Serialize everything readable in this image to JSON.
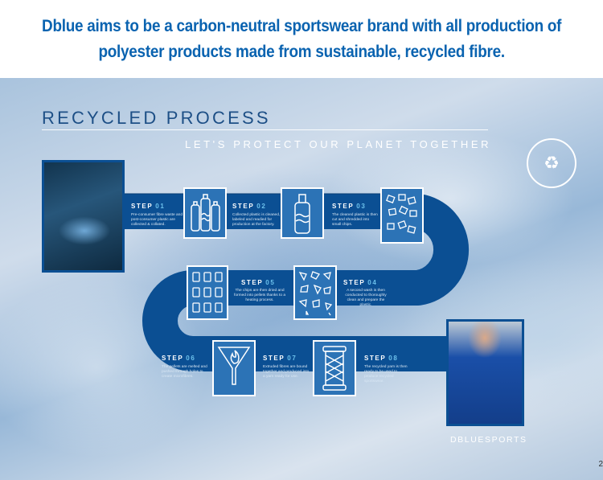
{
  "headline": {
    "line1": "Dblue aims to be a carbon-neutral sportswear brand with all production of",
    "line2": "polyester products made from sustainable, recycled fibre."
  },
  "infographic": {
    "title": "RECYCLED PROCESS",
    "subtitle": "LET'S PROTECT OUR PLANET TOGETHER",
    "badge_icon": "recycle-icon",
    "brand_label": "DBLUESPORTS",
    "colors": {
      "path": "#0b4f93",
      "icon_box": "#2c73b6",
      "accent": "#6cc1ec"
    }
  },
  "steps": [
    {
      "word": "STEP",
      "num": "01",
      "icon": "bottles-icon",
      "text": "Pre-consumer fibre waste and post-consumer plastic are collected & collated."
    },
    {
      "word": "STEP",
      "num": "02",
      "icon": "bottle-icon",
      "text": "Collected plastic is cleaned, labeled and readied for production at the factory."
    },
    {
      "word": "STEP",
      "num": "03",
      "icon": "flakes-icon",
      "text": "The cleaned plastic is then cut and shredded into small chips."
    },
    {
      "word": "STEP",
      "num": "04",
      "icon": "shards-icon",
      "text": "A second wash is then conducted to thoroughly clean and prepare the plastic."
    },
    {
      "word": "STEP",
      "num": "05",
      "icon": "pellets-icon",
      "text": "The chips are then dried and formed into pellets thanks to a heating process."
    },
    {
      "word": "STEP",
      "num": "06",
      "icon": "funnel-fire-icon",
      "text": "The pellets are melted and pushed through holes to create microfibres."
    },
    {
      "word": "STEP",
      "num": "07",
      "icon": "spool-icon",
      "text": "Extruded fibres are bound together and produced into a yarn ready for use."
    },
    {
      "word": "STEP",
      "num": "08",
      "icon": "yarn-icon",
      "text": "The recycled yarn is then ready to be used to produce recycled sportswear."
    }
  ],
  "page_number": "2"
}
